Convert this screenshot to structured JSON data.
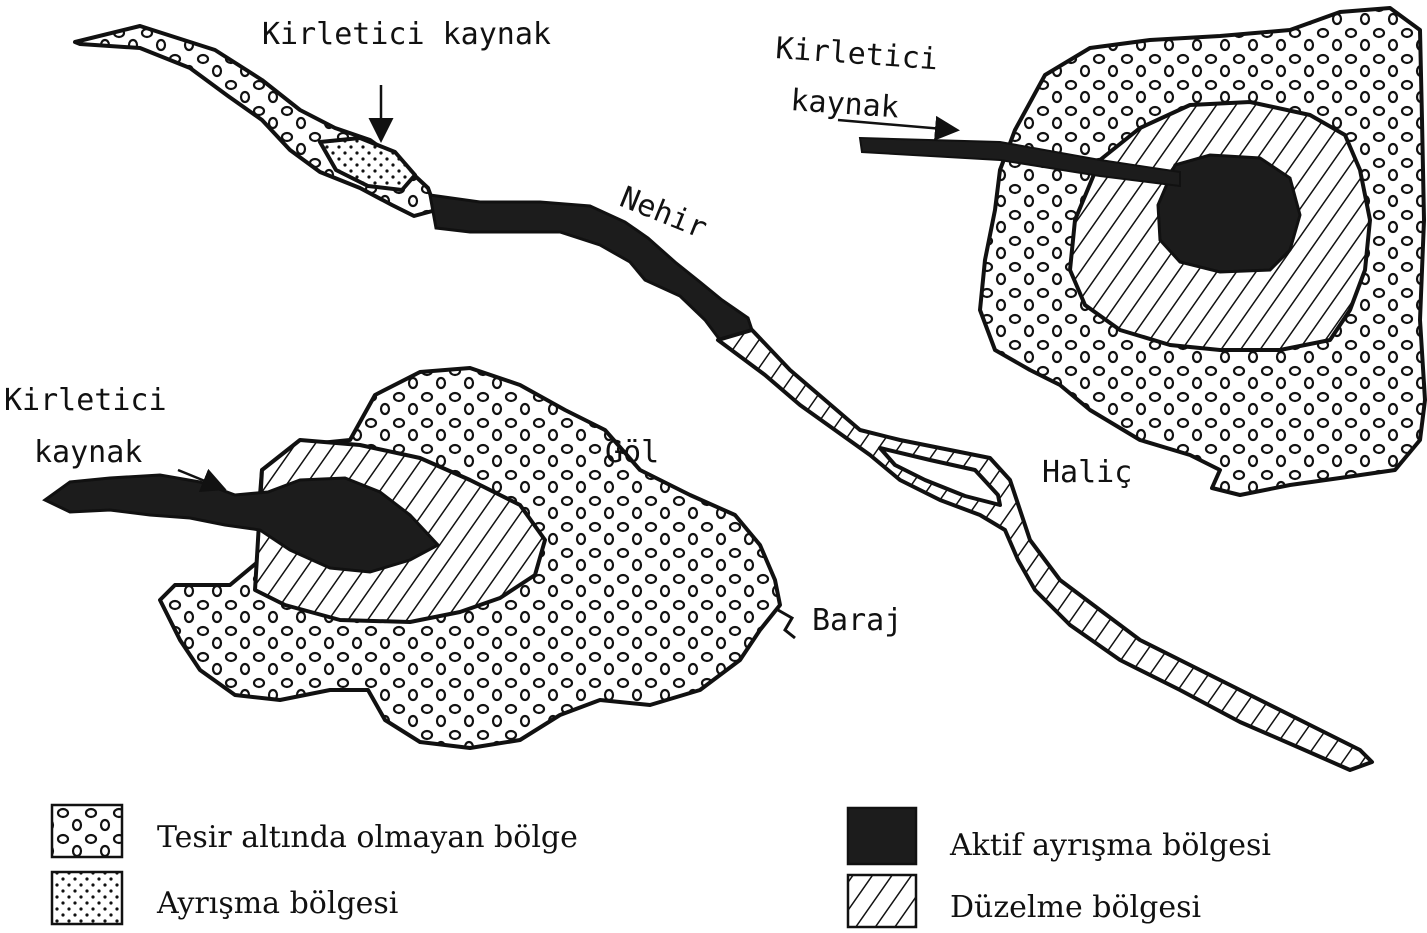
{
  "labels": {
    "source_river": "Kirletici kaynak",
    "source_estuary_line1": "Kirletici",
    "source_estuary_line2": "kaynak",
    "source_lake_line1": "Kirletici",
    "source_lake_line2": "kaynak",
    "river": "Nehir",
    "lake": "Göl",
    "estuary": "Haliç",
    "dam": "Baraj"
  },
  "legend": [
    {
      "key": "unaffected",
      "label": "Tesir altında olmayan bölge",
      "pattern": "ovals"
    },
    {
      "key": "decomposition",
      "label": "Ayrışma bölgesi",
      "pattern": "dots"
    },
    {
      "key": "active",
      "label": "Aktif ayrışma bölgesi",
      "pattern": "solid-dark"
    },
    {
      "key": "recovery",
      "label": "Düzelme bölgesi",
      "pattern": "hatch"
    }
  ],
  "colors": {
    "ink": "#111111",
    "dark_zone": "#1c1c1c",
    "paper": "#ffffff"
  }
}
